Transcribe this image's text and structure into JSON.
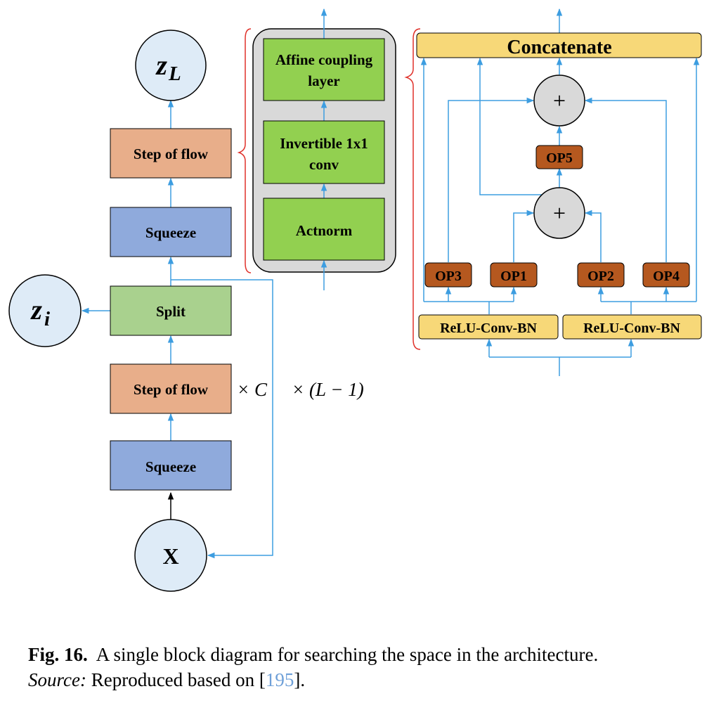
{
  "nodes": {
    "z_L": {
      "base": "z",
      "sub": "L"
    },
    "z_i": {
      "base": "z",
      "sub": "i"
    },
    "x": "X",
    "step_top": "Step of flow",
    "squeeze_top": "Squeeze",
    "split": "Split",
    "step_bottom": "Step of flow",
    "squeeze_bottom": "Squeeze"
  },
  "multipliers": {
    "inner": "× C",
    "outer": "× (L − 1)"
  },
  "flow_step": {
    "affine_line1": "Affine coupling",
    "affine_line2": "layer",
    "invertible_line1": "Invertible 1x1",
    "invertible_line2": "conv",
    "actnorm": "Actnorm"
  },
  "cell": {
    "concatenate": "Concatenate",
    "plus_top": "+",
    "plus_bottom": "+",
    "op5": "OP5",
    "op3": "OP3",
    "op1": "OP1",
    "op2": "OP2",
    "op4": "OP4",
    "relu_left": "ReLU-Conv-BN",
    "relu_right": "ReLU-Conv-BN"
  },
  "caption": {
    "label": "Fig. 16.",
    "text": "A single block diagram for searching the space in the architecture.",
    "source_label": "Source:",
    "source_text": "Reproduced based on [",
    "ref": "195",
    "source_end": "]."
  },
  "colors": {
    "arrow": "#3d9de0",
    "circle_fill": "#deebf7",
    "orange_box": "#e8ae8a",
    "blue_box": "#8faadc",
    "green_box": "#a9d18e",
    "bright_green": "#92d050",
    "yellow_box": "#f7d878",
    "op_box": "#b5581f",
    "brace": "#e0312a"
  }
}
